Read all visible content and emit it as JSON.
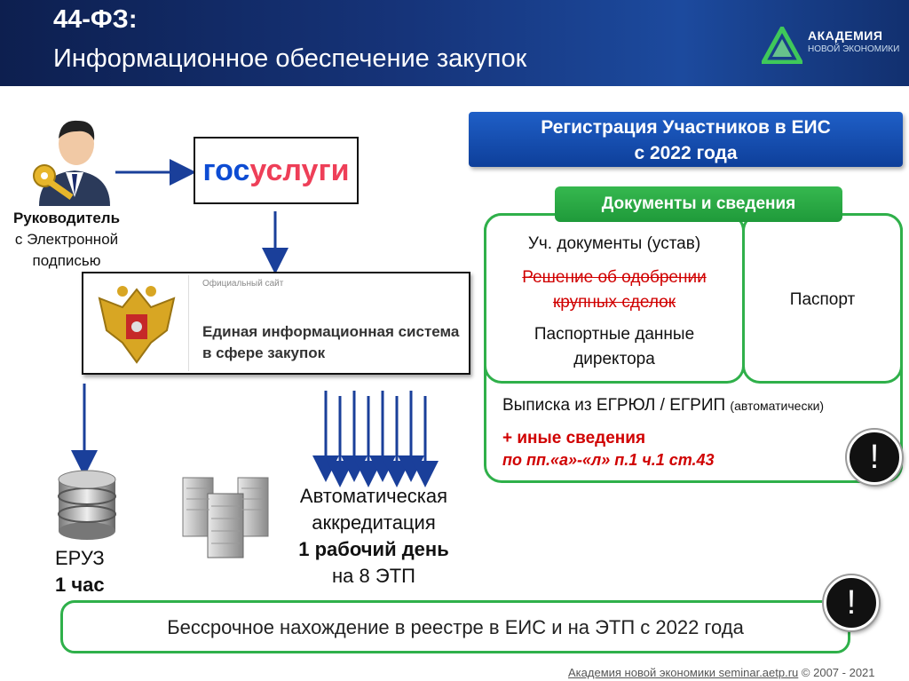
{
  "header": {
    "title": "44-ФЗ:",
    "subtitle": "Информационное обеспечение закупок",
    "logo_line1": "АКАДЕМИЯ",
    "logo_line2": "НОВОЙ ЭКОНОМИКИ"
  },
  "person": {
    "label_bold": "Руководитель",
    "label_line2": "с Электронной",
    "label_line3": "подписью"
  },
  "gosuslugi": {
    "part1": "гос",
    "part2": "услуги"
  },
  "eis": {
    "small": "Официальный сайт",
    "name_line1": "Единая информационная система",
    "name_line2": "в сфере закупок"
  },
  "eruz": {
    "label": "ЕРУЗ",
    "time": "1 час"
  },
  "accreditation": {
    "line1": "Автоматическая",
    "line2": "аккредитация",
    "line3_bold": "1 рабочий день",
    "line4": "на 8 ЭТП"
  },
  "registration": {
    "line1": "Регистрация Участников в ЕИС",
    "line2": "с 2022 года"
  },
  "docs": {
    "tab": "Документы и сведения",
    "item1": "Уч. документы (устав)",
    "item2_line1": "Решение об одобрении",
    "item2_line2": "крупных сделок",
    "item3_line1": "Паспортные данные",
    "item3_line2": "директора",
    "passport": "Паспорт",
    "egrul": "Выписка из ЕГРЮЛ / ЕГРИП",
    "egrul_note": "(автоматически)",
    "other_line1": "+ иные сведения",
    "other_line2": "по пп.«а»-«л» п.1 ч.1 ст.43"
  },
  "exclamation": "!",
  "bottom": {
    "text": "Бессрочное нахождение в реестре в ЕИС и на ЭТП с 2022 года"
  },
  "footer": {
    "link": "Академия новой экономики seminar.aetp.ru",
    "copyright": "© 2007 - 2021"
  },
  "colors": {
    "green": "#2fb04a",
    "blue": "#0e3f9a",
    "red": "#d00000",
    "arrow": "#1a3f9a"
  }
}
